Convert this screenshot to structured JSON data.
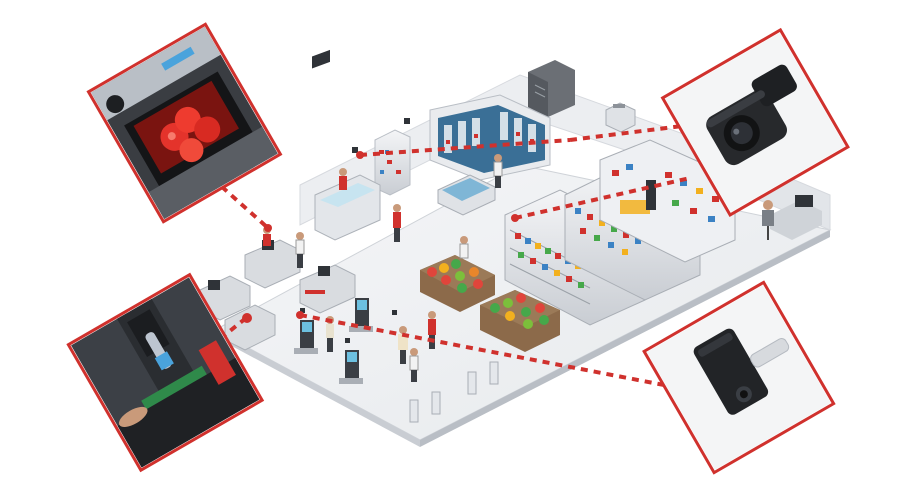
{
  "diagram": {
    "subject": "retail-store-camera-coverage",
    "accent_color": "#d0312d",
    "floor_color": "#eef0f2",
    "link_style": "dashed-red",
    "insets": [
      {
        "id": "produce-scale-camera",
        "icon": "scale-camera-icon"
      },
      {
        "id": "checkout-counter-camera",
        "icon": "checkout-camera-icon"
      },
      {
        "id": "ceiling-camera",
        "icon": "dome-camera-icon"
      },
      {
        "id": "side-mount-camera",
        "icon": "side-camera-icon"
      }
    ]
  }
}
